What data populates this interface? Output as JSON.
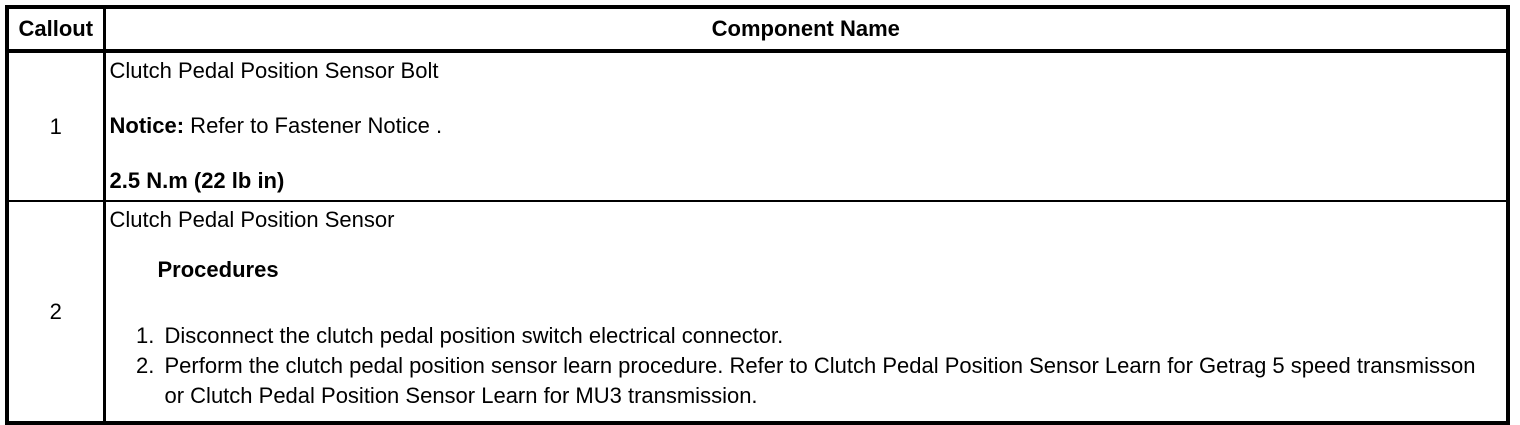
{
  "colors": {
    "border": "#000000",
    "background": "#ffffff",
    "text": "#000000"
  },
  "table": {
    "header": {
      "callout": "Callout",
      "component_name": "Component Name"
    },
    "rows": [
      {
        "callout": "1",
        "title": "Clutch Pedal Position Sensor Bolt",
        "notice_label": "Notice:",
        "notice_text": " Refer to Fastener Notice .",
        "torque": "2.5 N.m (22 lb in)"
      },
      {
        "callout": "2",
        "title": "Clutch Pedal Position Sensor",
        "procedures_heading": "Procedures",
        "steps": [
          "Disconnect the clutch pedal position switch electrical connector.",
          "Perform the clutch pedal position sensor learn procedure. Refer to Clutch Pedal Position Sensor Learn for Getrag 5 speed transmisson or Clutch Pedal Position Sensor Learn for MU3 transmission."
        ]
      }
    ]
  }
}
